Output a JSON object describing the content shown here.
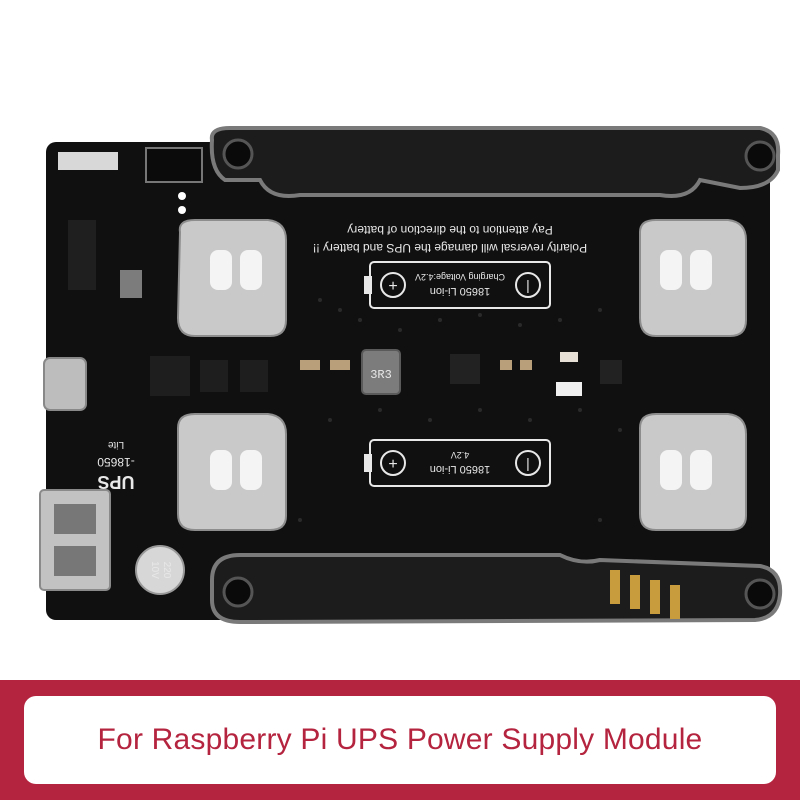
{
  "caption": "For Raspberry Pi UPS Power Supply Module",
  "colors": {
    "banner": "#b5243f",
    "caption_text": "#b5243f",
    "pcb": "#111111",
    "silkscreen": "#e8e8e8",
    "holder_metal": "#c9c9c9"
  },
  "board": {
    "warning_line1": "Polarity reversal will damage the UPS and battery !!",
    "warning_line2": "Pay attention to the  direction of battery",
    "battery_top_model": "18650 Li-ion",
    "battery_top_charge": "Charging Voltage:4.2V",
    "battery_bottom_model": "18650 Li-ion",
    "battery_bottom_charge": "4.2V",
    "ups_label": "UPS",
    "ups_model": "-18650",
    "ups_variant": "Lite",
    "inductor_code": "3R3",
    "capacitor_value": "220",
    "capacitor_voltage": "10V"
  }
}
